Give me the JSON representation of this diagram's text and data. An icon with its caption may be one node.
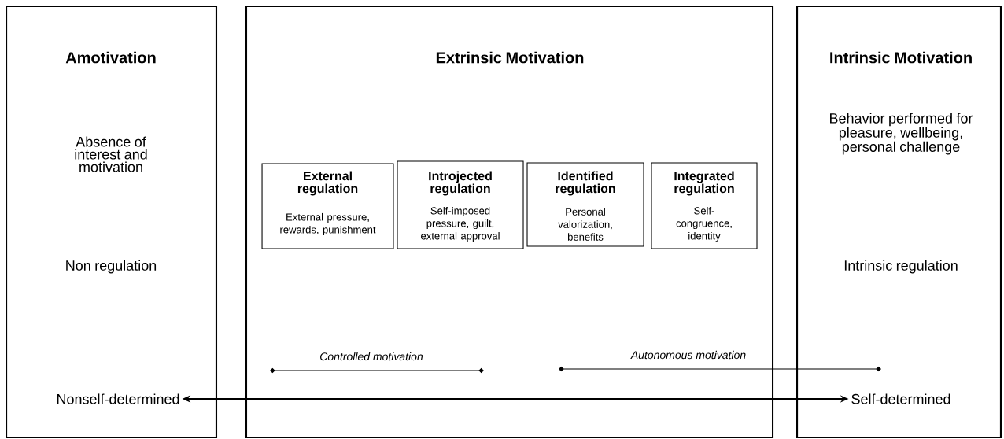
{
  "diagram": {
    "nodes": [
      {
        "text": [
          "Amotivation",
          "Absence of interest and motivation",
          "Non regulation"
        ]
      },
      {
        "text": [
          "Nonself-determined"
        ],
        "in": 0
      },
      {
        "text": [
          "Extrinsic Motivation"
        ]
      },
      {
        "text": [
          "External regulation",
          "External pressure, rewards, punishment"
        ],
        "in": 2
      },
      {
        "text": [
          "Introjected regulation",
          "Self-imposed pressure, guilt, external approval"
        ],
        "in": 2
      },
      {
        "text": [
          "Identified regulation",
          "Personal valorization, benefits"
        ],
        "in": 2
      },
      {
        "text": [
          "Integrated regulation",
          "Self-congruence, identity"
        ],
        "in": 2
      },
      {
        "text": [
          "Intrinsic Motivation",
          "Behavior performed for pleasure, wellbeing, personal challenge",
          "Intrinsic regulation"
        ]
      },
      {
        "text": [
          "Self-determined"
        ],
        "in": 7
      }
    ],
    "edges": [
      {
        "from": 1,
        "to": 8,
        "arrow": "both"
      }
    ],
    "labels": [
      "Controlled motivation",
      "Autonomous motivation"
    ]
  }
}
